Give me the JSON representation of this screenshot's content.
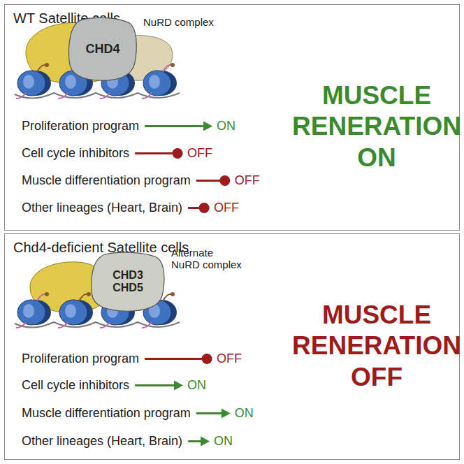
{
  "diagram": {
    "nodes": [
      {
        "text": [
          "WT Satellite cells",
          "MUSCLE RENERATION ON"
        ]
      },
      {
        "text": [
          "CHD4"
        ],
        "in": 0
      },
      {
        "text": [
          "Chd4-deficient Satellite cells",
          "MUSCLE RENERATION OFF"
        ]
      },
      {
        "text": [
          "CHD3 CHD5"
        ],
        "in": 2
      }
    ],
    "labels": [
      "NuRD complex",
      "Proliferation program",
      "ON",
      "Cell cycle inhibitors",
      "OFF",
      "Muscle differentiation program",
      "OFF",
      "Other lineages (Heart, Brain)",
      "OFF",
      "Alternate NuRD complex",
      "Proliferation program",
      "OFF",
      "Cell cycle inhibitors",
      "ON",
      "Muscle differentiation program",
      "ON",
      "Other lineages (Heart, Brain)",
      "ON"
    ]
  }
}
